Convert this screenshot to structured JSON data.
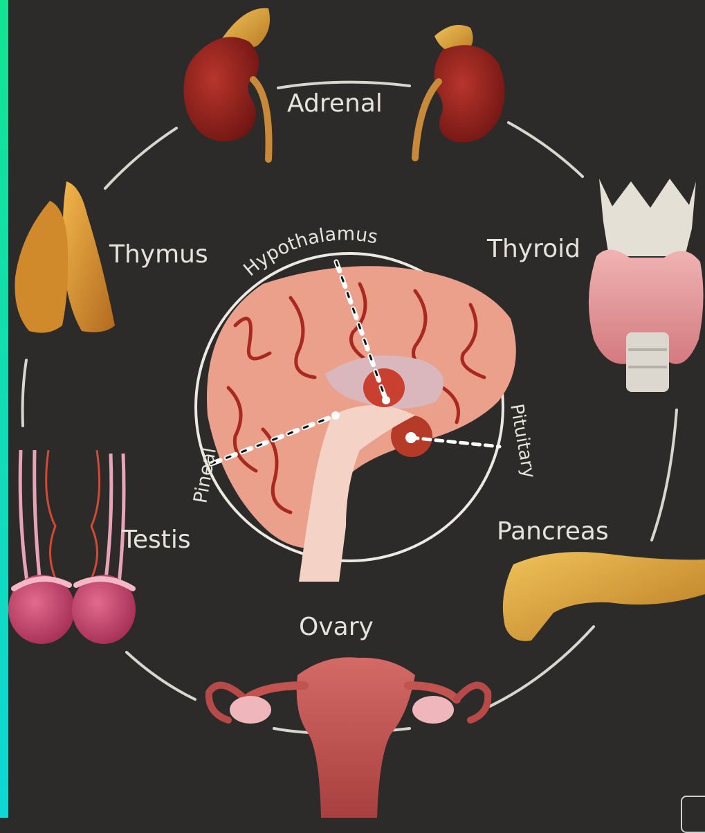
{
  "labels": {
    "adrenal": "Adrenal",
    "thymus": "Thymus",
    "thyroid": "Thyroid",
    "testis": "Testis",
    "pancreas": "Pancreas",
    "ovary": "Ovary",
    "hypothalamus": "Hypothalamus",
    "pineal": "Pineal",
    "pituitary": "Pituitary"
  },
  "colors": {
    "background": "#2c2b29",
    "ring": "#d9d5cf",
    "text": "#e6e2dc",
    "left_edge": "#14e392",
    "kidney": "#8e1e1c",
    "adrenal_gland": "#d6a036",
    "brain": "#eaa08b",
    "brain_vessels": "#a8291f",
    "thyroid": "#e49a9d",
    "thymus": "#d9972d",
    "pancreas": "#d9a33a",
    "uterus": "#bf5656",
    "testis": "#c7436c"
  },
  "icons": [
    "kidney-adrenal-icon",
    "thymus-icon",
    "thyroid-icon",
    "brain-icon",
    "testis-icon",
    "pancreas-icon",
    "uterus-ovary-icon"
  ]
}
